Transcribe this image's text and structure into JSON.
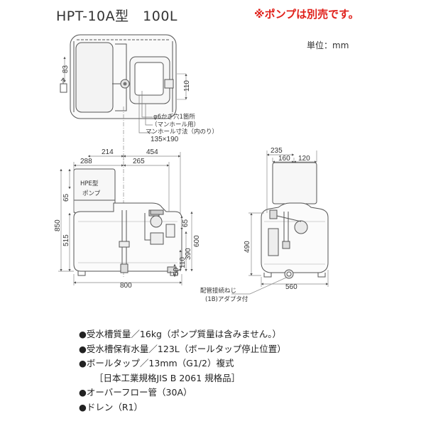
{
  "title": "HPT-10A型　100L",
  "notice": "※ポンプは別売です。",
  "unit_label": "単位：mm",
  "top_view": {
    "dim_83": "83",
    "dim_110": "110",
    "label_hole": "φ6かぎ穴1箇所",
    "label_manhole_use": "（マンホール用）",
    "label_manhole_size": "マンホール寸法（内のり）",
    "label_manhole_dims": "135×190"
  },
  "front_view": {
    "dim_214": "214",
    "dim_454": "454",
    "dim_288": "288",
    "dim_265": "265",
    "pump_label_1": "HPE型",
    "pump_label_2": "ポンプ",
    "dim_65_left": "65",
    "dim_850": "850",
    "dim_515": "515",
    "dim_65_right": "65",
    "dim_600": "600",
    "dim_390": "390",
    "dim_110": "110",
    "dim_50": "50",
    "dim_800": "800"
  },
  "side_view": {
    "dim_235": "235",
    "dim_160": "160",
    "dim_120": "120",
    "dim_490": "490",
    "dim_560": "560",
    "label_fitting": "配管接続ねじ",
    "label_adapter": "(1B)アダプタ付"
  },
  "specs": [
    "●受水槽質量／16kg（ポンプ質量は含みません。）",
    "●受水槽保有水量／123L（ボールタップ停止位置）",
    "●ボールタップ／13mm（G1/2）複式",
    "［日本工業規格JIS B 2061 規格品］",
    "●オーバーフロー管（30A）",
    "●ドレン（R1）"
  ]
}
